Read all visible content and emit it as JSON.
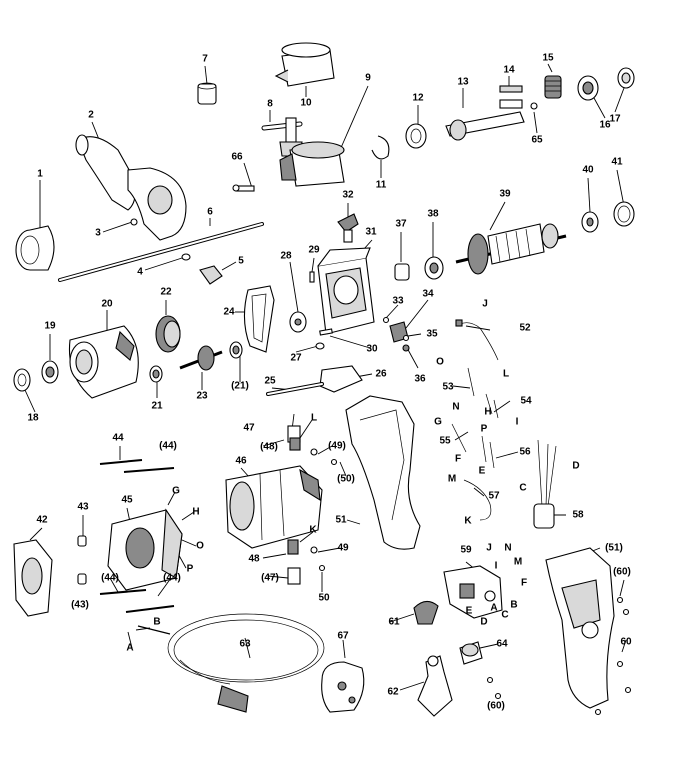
{
  "labels": [
    {
      "id": "1",
      "text": "1"
    },
    {
      "id": "2",
      "text": "2"
    },
    {
      "id": "3",
      "text": "3"
    },
    {
      "id": "4",
      "text": "4"
    },
    {
      "id": "5",
      "text": "5"
    },
    {
      "id": "6",
      "text": "6"
    },
    {
      "id": "7",
      "text": "7"
    },
    {
      "id": "8",
      "text": "8"
    },
    {
      "id": "9",
      "text": "9"
    },
    {
      "id": "10",
      "text": "10"
    },
    {
      "id": "11",
      "text": "11"
    },
    {
      "id": "12",
      "text": "12"
    },
    {
      "id": "13",
      "text": "13"
    },
    {
      "id": "14",
      "text": "14"
    },
    {
      "id": "15",
      "text": "15"
    },
    {
      "id": "16",
      "text": "16"
    },
    {
      "id": "17",
      "text": "17"
    },
    {
      "id": "18",
      "text": "18"
    },
    {
      "id": "19",
      "text": "19"
    },
    {
      "id": "20",
      "text": "20"
    },
    {
      "id": "21a",
      "text": "21"
    },
    {
      "id": "21b",
      "text": "(21)"
    },
    {
      "id": "22",
      "text": "22"
    },
    {
      "id": "23",
      "text": "23"
    },
    {
      "id": "24",
      "text": "24"
    },
    {
      "id": "25",
      "text": "25"
    },
    {
      "id": "26",
      "text": "26"
    },
    {
      "id": "27",
      "text": "27"
    },
    {
      "id": "28",
      "text": "28"
    },
    {
      "id": "29",
      "text": "29"
    },
    {
      "id": "30",
      "text": "30"
    },
    {
      "id": "31",
      "text": "31"
    },
    {
      "id": "32",
      "text": "32"
    },
    {
      "id": "33",
      "text": "33"
    },
    {
      "id": "34",
      "text": "34"
    },
    {
      "id": "35",
      "text": "35"
    },
    {
      "id": "36",
      "text": "36"
    },
    {
      "id": "37",
      "text": "37"
    },
    {
      "id": "38",
      "text": "38"
    },
    {
      "id": "39",
      "text": "39"
    },
    {
      "id": "40",
      "text": "40"
    },
    {
      "id": "41",
      "text": "41"
    },
    {
      "id": "42",
      "text": "42"
    },
    {
      "id": "43a",
      "text": "43"
    },
    {
      "id": "43b",
      "text": "(43)"
    },
    {
      "id": "44a",
      "text": "44"
    },
    {
      "id": "44b",
      "text": "(44)"
    },
    {
      "id": "44c",
      "text": "(44)"
    },
    {
      "id": "44d",
      "text": "(44)"
    },
    {
      "id": "45",
      "text": "45"
    },
    {
      "id": "46",
      "text": "46"
    },
    {
      "id": "47a",
      "text": "47"
    },
    {
      "id": "47b",
      "text": "(47)"
    },
    {
      "id": "48a",
      "text": "(48)"
    },
    {
      "id": "48b",
      "text": "48"
    },
    {
      "id": "49a",
      "text": "(49)"
    },
    {
      "id": "49b",
      "text": "49"
    },
    {
      "id": "50a",
      "text": "(50)"
    },
    {
      "id": "50b",
      "text": "50"
    },
    {
      "id": "51a",
      "text": "51"
    },
    {
      "id": "51b",
      "text": "(51)"
    },
    {
      "id": "52",
      "text": "52"
    },
    {
      "id": "53",
      "text": "53"
    },
    {
      "id": "54",
      "text": "54"
    },
    {
      "id": "55",
      "text": "55"
    },
    {
      "id": "56",
      "text": "56"
    },
    {
      "id": "57",
      "text": "57"
    },
    {
      "id": "58",
      "text": "58"
    },
    {
      "id": "59",
      "text": "59"
    },
    {
      "id": "60a",
      "text": "(60)"
    },
    {
      "id": "60b",
      "text": "60"
    },
    {
      "id": "60c",
      "text": "(60)"
    },
    {
      "id": "61",
      "text": "61"
    },
    {
      "id": "62",
      "text": "62"
    },
    {
      "id": "63",
      "text": "63"
    },
    {
      "id": "64",
      "text": "64"
    },
    {
      "id": "65",
      "text": "65"
    },
    {
      "id": "66",
      "text": "66"
    },
    {
      "id": "67",
      "text": "67"
    },
    {
      "id": "L_a",
      "text": "L"
    },
    {
      "id": "K_a",
      "text": "K"
    },
    {
      "id": "G_a",
      "text": "G"
    },
    {
      "id": "H_a",
      "text": "H"
    },
    {
      "id": "O_a",
      "text": "O"
    },
    {
      "id": "P_a",
      "text": "P"
    },
    {
      "id": "J_a",
      "text": "J"
    },
    {
      "id": "O_b",
      "text": "O"
    },
    {
      "id": "L_b",
      "text": "L"
    },
    {
      "id": "N_a",
      "text": "N"
    },
    {
      "id": "H_b",
      "text": "H"
    },
    {
      "id": "I_a",
      "text": "I"
    },
    {
      "id": "G_b",
      "text": "G"
    },
    {
      "id": "P_b",
      "text": "P"
    },
    {
      "id": "F_a",
      "text": "F"
    },
    {
      "id": "E_a",
      "text": "E"
    },
    {
      "id": "M_a",
      "text": "M"
    },
    {
      "id": "K_b",
      "text": "K"
    },
    {
      "id": "C_a",
      "text": "C"
    },
    {
      "id": "D_a",
      "text": "D"
    },
    {
      "id": "J_b",
      "text": "J"
    },
    {
      "id": "N_b",
      "text": "N"
    },
    {
      "id": "I_b",
      "text": "I"
    },
    {
      "id": "M_b",
      "text": "M"
    },
    {
      "id": "F_b",
      "text": "F"
    },
    {
      "id": "E_b",
      "text": "E"
    },
    {
      "id": "D_b",
      "text": "D"
    },
    {
      "id": "A_a",
      "text": "A"
    },
    {
      "id": "C_b",
      "text": "C"
    },
    {
      "id": "B_a",
      "text": "B"
    },
    {
      "id": "A_b",
      "text": "A"
    },
    {
      "id": "B_b",
      "text": "B"
    }
  ]
}
